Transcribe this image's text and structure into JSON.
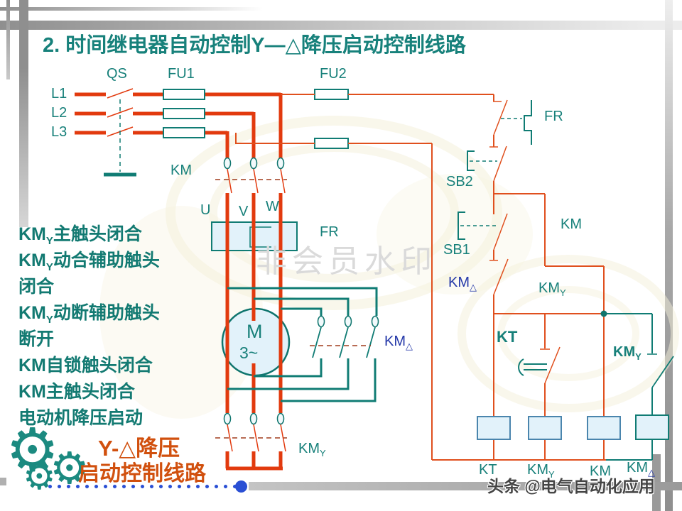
{
  "title": {
    "number": "2.",
    "text": " 时间继电器自动控制Y—△降压启动控制线路"
  },
  "watermark_center": "非会员水印",
  "watermark_bottom": "头条 @电气自动化应用",
  "caption": {
    "line1": "Y-△降压",
    "line2": "启动控制线路"
  },
  "notes": [
    {
      "pre": "KM",
      "sub": "Y",
      "rest": "主触头闭合"
    },
    {
      "pre": "KM",
      "sub": "Y",
      "rest": "动合辅助触头"
    },
    {
      "pre": "",
      "sub": "",
      "rest": "闭合"
    },
    {
      "pre": "KM",
      "sub": "Y",
      "rest": "动断辅助触头"
    },
    {
      "pre": "",
      "sub": "",
      "rest": "断开"
    },
    {
      "pre": "KM",
      "sub": "",
      "rest": "自锁触头闭合"
    },
    {
      "pre": "KM",
      "sub": "",
      "rest": "主触头闭合"
    },
    {
      "pre": "",
      "sub": "",
      "rest": "电动机降压启动"
    }
  ],
  "labels": {
    "l1": "L1",
    "l2": "L2",
    "l3": "L3",
    "qs": "QS",
    "fu1": "FU1",
    "fu2": "FU2",
    "km_main": "KM",
    "u": "U",
    "v": "V",
    "w": "W",
    "fr_heater": "FR",
    "fr_contact": "FR",
    "sb2": "SB2",
    "sb1": "SB1",
    "km_delta_interlock": {
      "text": "KM",
      "sub": "△"
    },
    "km_selflock": "KM",
    "kmy_aux": {
      "text": "KM",
      "sub": "Y"
    },
    "kt_contact": "KT",
    "km_delta_contacts": {
      "text": "KM",
      "sub": "△"
    },
    "kmy_nc": {
      "text": "KM",
      "sub": "Y"
    },
    "kmy_star": {
      "text": "KM",
      "sub": "Y"
    },
    "motor": {
      "m": "M",
      "phase": "3~"
    },
    "coil_kt": "KT",
    "coil_kmy": {
      "text": "KM",
      "sub": "Y"
    },
    "coil_km": "KM",
    "coil_kmd": {
      "text": "KM",
      "sub": "△"
    }
  },
  "palette": {
    "power_wire": "#e23a0e",
    "control_wire": "#e0501e",
    "teal_line": "#107c74",
    "teal_label": "#17807a",
    "blue_label": "#2438a8",
    "component_fill": "#e2f2fa",
    "coil_border": "#4a85ad",
    "caption_orange": "#d1500e",
    "cream_watermark": "#f4f0da",
    "dot_blue": "#2a4fd4",
    "decor_gray": "#9a9a9a"
  }
}
